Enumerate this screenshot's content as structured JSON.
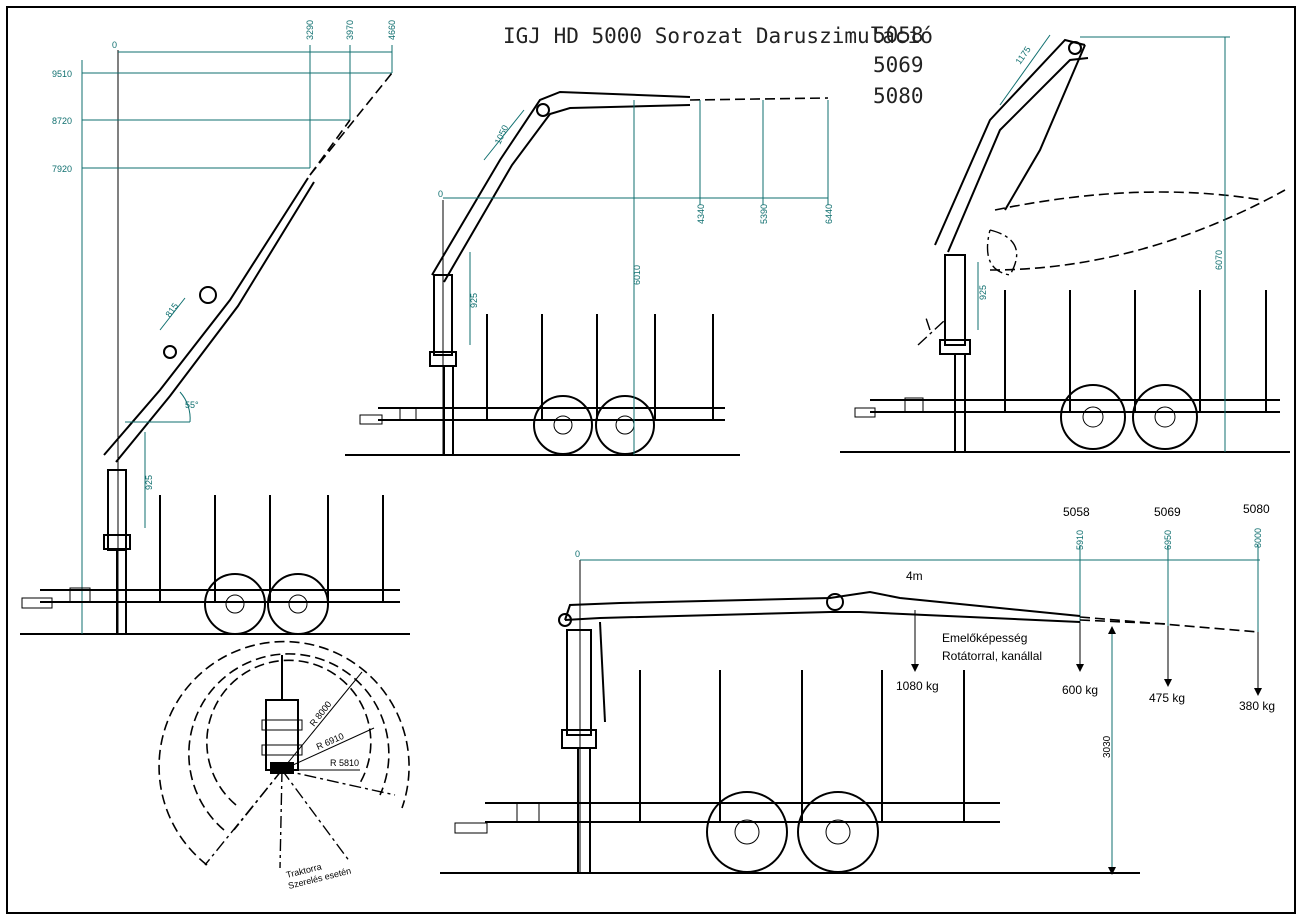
{
  "title": "IGJ HD 5000 Sorozat Daruszimuláció",
  "models": [
    "5058",
    "5069",
    "5080"
  ],
  "view1": {
    "origin": "0",
    "top_dims": [
      "3290",
      "3970",
      "4660"
    ],
    "heights": [
      "9510",
      "8720",
      "7920"
    ],
    "small": [
      "925",
      "815",
      "55°"
    ]
  },
  "view2": {
    "origin": "0",
    "reach": [
      "4340",
      "5390",
      "6440"
    ],
    "height": "6010",
    "small": [
      "1050",
      "925"
    ]
  },
  "view3": {
    "height": "6070",
    "small": [
      "1175",
      "925"
    ]
  },
  "view4": {
    "origin": "0",
    "reach_labels": [
      "5058",
      "5069",
      "5080"
    ],
    "reach_dims": [
      "5910",
      "6950",
      "8000"
    ],
    "boom_length": "4m",
    "capacity_title": "Emelőképesség",
    "capacity_subtitle": "Rotátorral, kanállal",
    "loads": [
      "1080 kg",
      "600 kg",
      "475 kg",
      "380 kg"
    ],
    "height": "3030"
  },
  "plan": {
    "radii": [
      "R 8000",
      "R 6910",
      "R 5810"
    ],
    "note_line1": "Traktorra",
    "note_line2": "Szerelés esetén"
  }
}
